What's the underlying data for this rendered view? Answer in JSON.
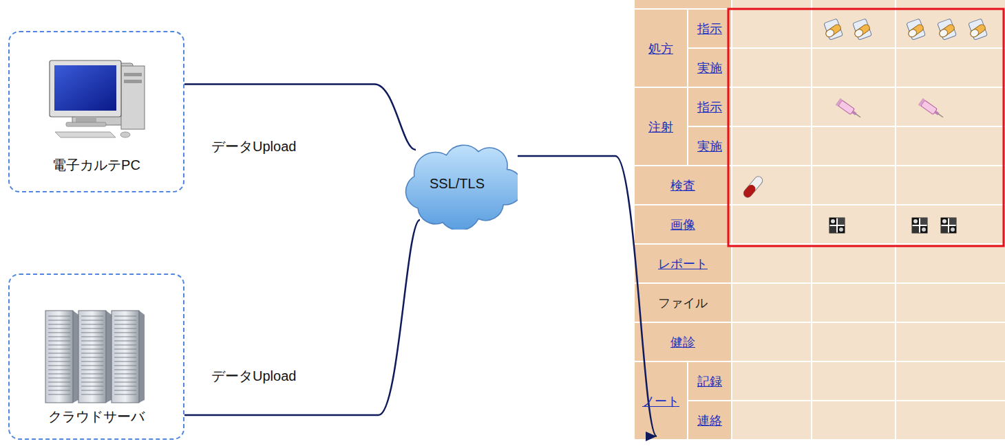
{
  "diagram": {
    "nodes": [
      {
        "text": [
          "電子カルテPC"
        ]
      },
      {
        "text": [
          "クラウドサーバ"
        ]
      },
      {
        "text": [
          "SSL/TLS"
        ]
      },
      {
        "text": [
          "処方",
          "指示",
          "実施",
          "注射",
          "指示",
          "実施",
          "検査",
          "画像",
          "レポート",
          "ファイル",
          "健診",
          "ノート",
          "記録",
          "連絡"
        ]
      }
    ],
    "edges": [
      {
        "from": 0,
        "to": 2,
        "label": "データUpload",
        "arrow": "none"
      },
      {
        "from": 1,
        "to": 2,
        "label": "データUpload",
        "arrow": "none"
      },
      {
        "from": 2,
        "to": 3,
        "arrow": "to"
      }
    ]
  }
}
